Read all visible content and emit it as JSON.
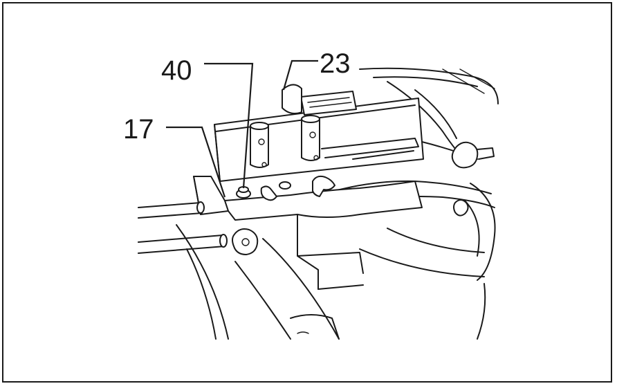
{
  "callouts": [
    {
      "id": "40",
      "label": "40"
    },
    {
      "id": "23",
      "label": "23"
    },
    {
      "id": "17",
      "label": "17"
    }
  ],
  "colors": {
    "line": "#1a1a1a",
    "background": "#ffffff"
  }
}
